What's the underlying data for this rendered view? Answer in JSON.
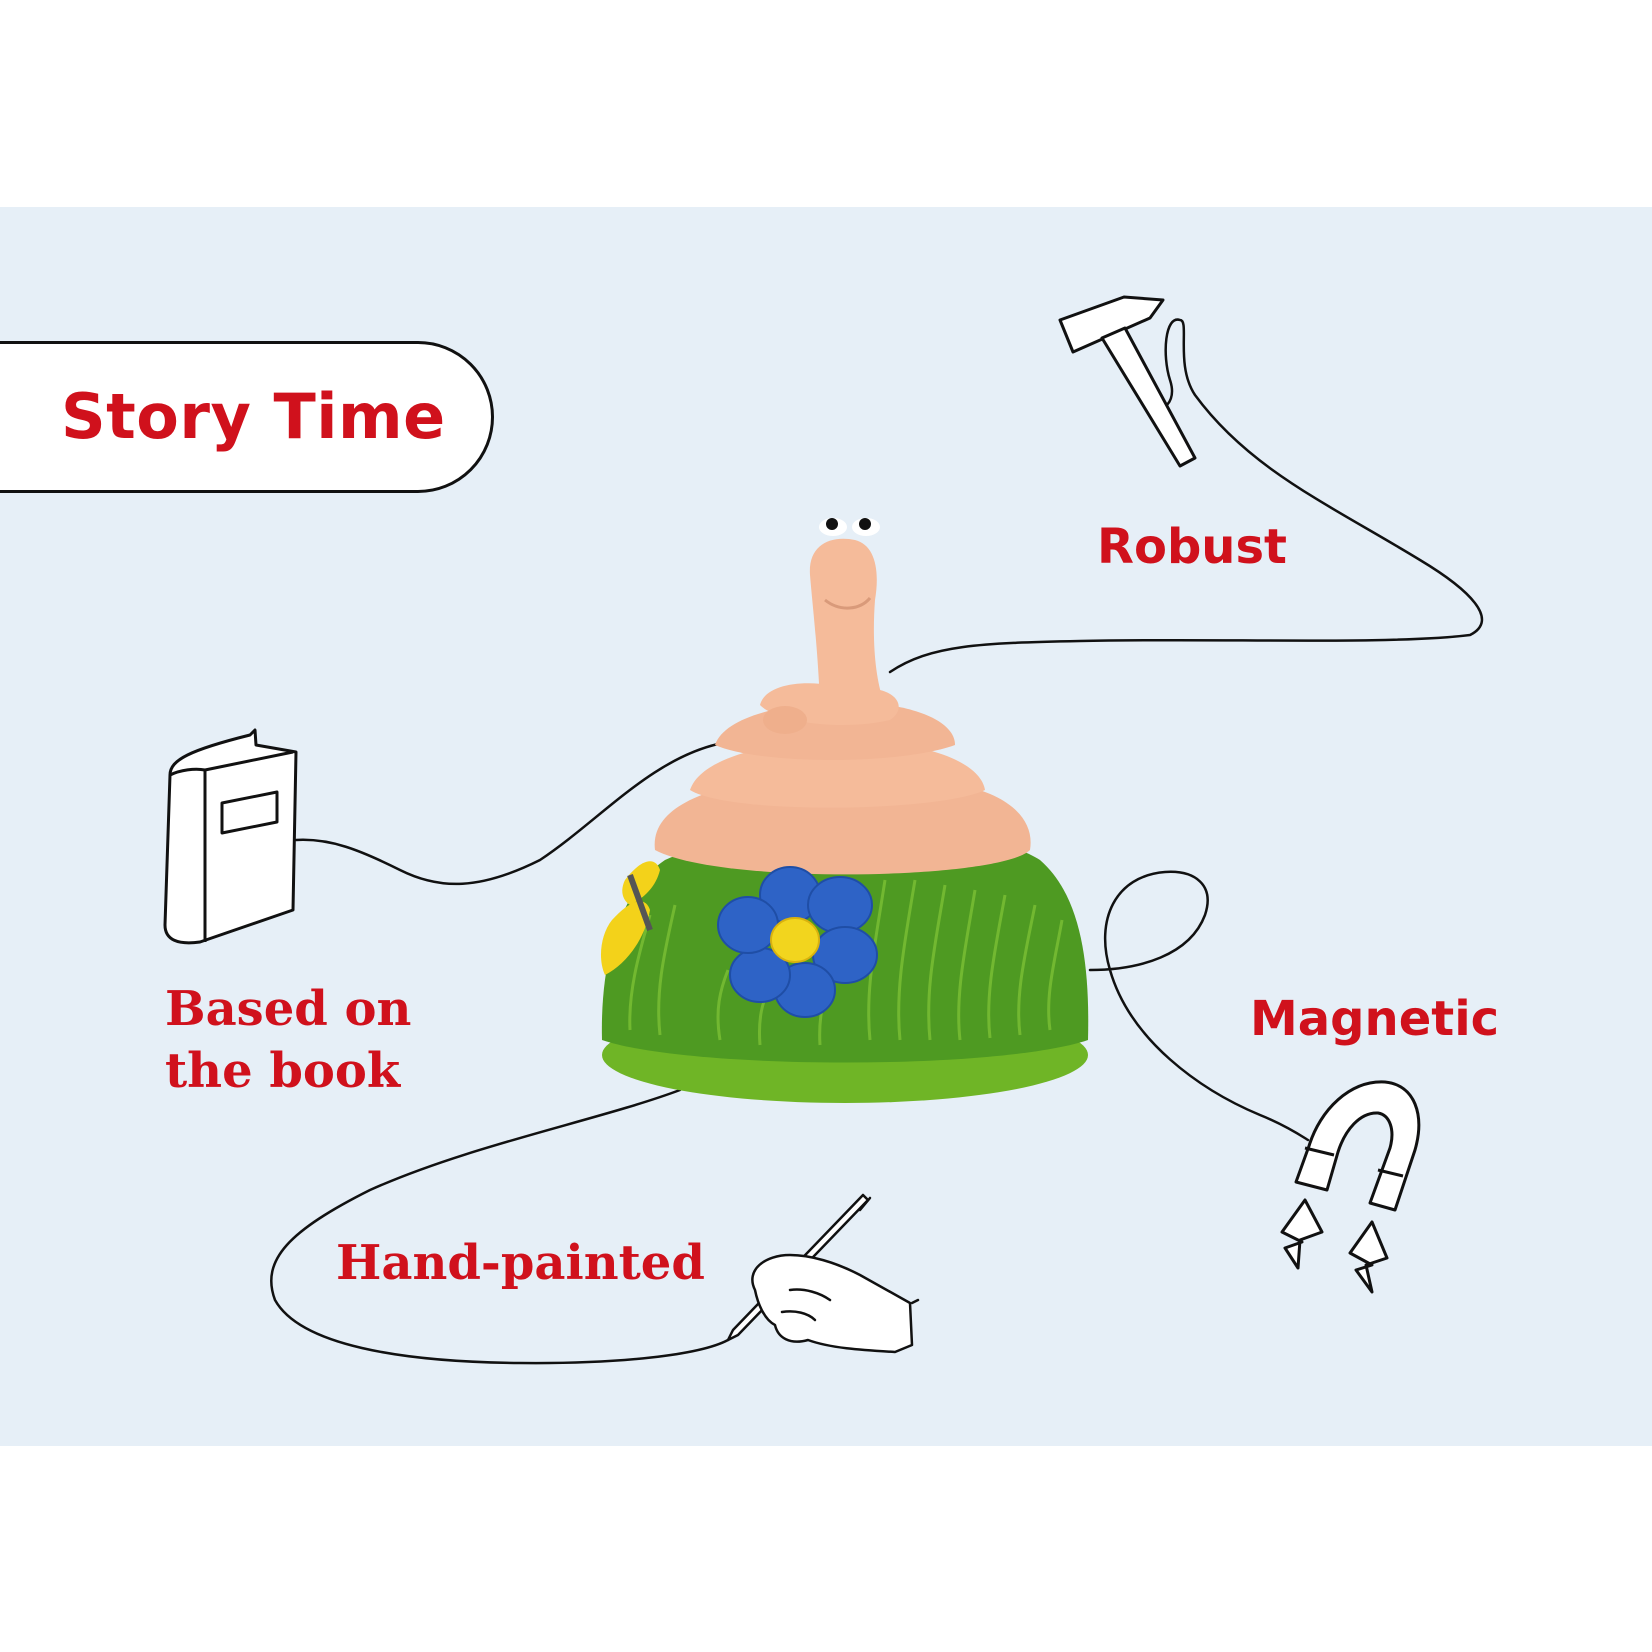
{
  "header": {
    "title": "Story Time"
  },
  "features": [
    {
      "label": "Robust",
      "icon": "hammer-icon"
    },
    {
      "label_line1": "Based on",
      "label_line2": "the book",
      "icon": "book-icon"
    },
    {
      "label": "Magnetic",
      "icon": "magnet-icon"
    },
    {
      "label": "Hand-painted",
      "icon": "hand-paintbrush-icon"
    }
  ],
  "figure": {
    "subject": "worm-on-grass-figurine"
  },
  "colors": {
    "accent": "#d0111c",
    "background_band": "#e6eff7",
    "line": "#111111"
  }
}
